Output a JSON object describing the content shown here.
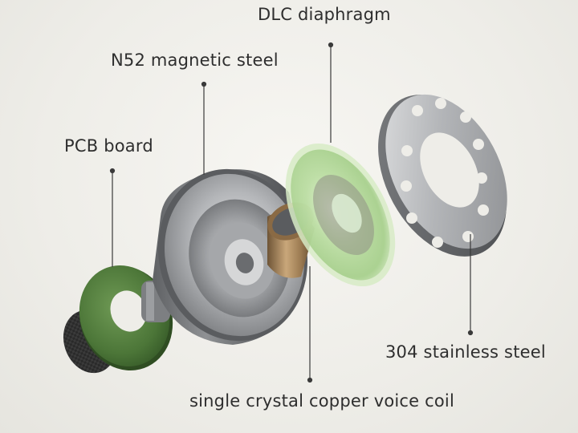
{
  "labels": {
    "dlc_diaphragm": "DLC diaphragm",
    "n52_magnetic_steel": "N52 magnetic steel",
    "pcb_board": "PCB board",
    "stainless_steel": "304 stainless steel",
    "voice_coil": "single crystal copper voice coil"
  },
  "colors": {
    "label_text": "#2e2e2e",
    "leader_line": "#3a3a3a",
    "pcb_green": "#4f7a3c",
    "diaphragm_green": "#b9dca0",
    "steel": "#9a9ca0",
    "copper": "#a8875c",
    "carbon": "#2a2a2a"
  },
  "icons": {
    "pcb": "pcb-board-icon",
    "magnet": "magnetic-steel-housing-icon",
    "coil": "voice-coil-icon",
    "diaphragm": "diaphragm-icon",
    "ring": "stainless-steel-ring-icon"
  }
}
